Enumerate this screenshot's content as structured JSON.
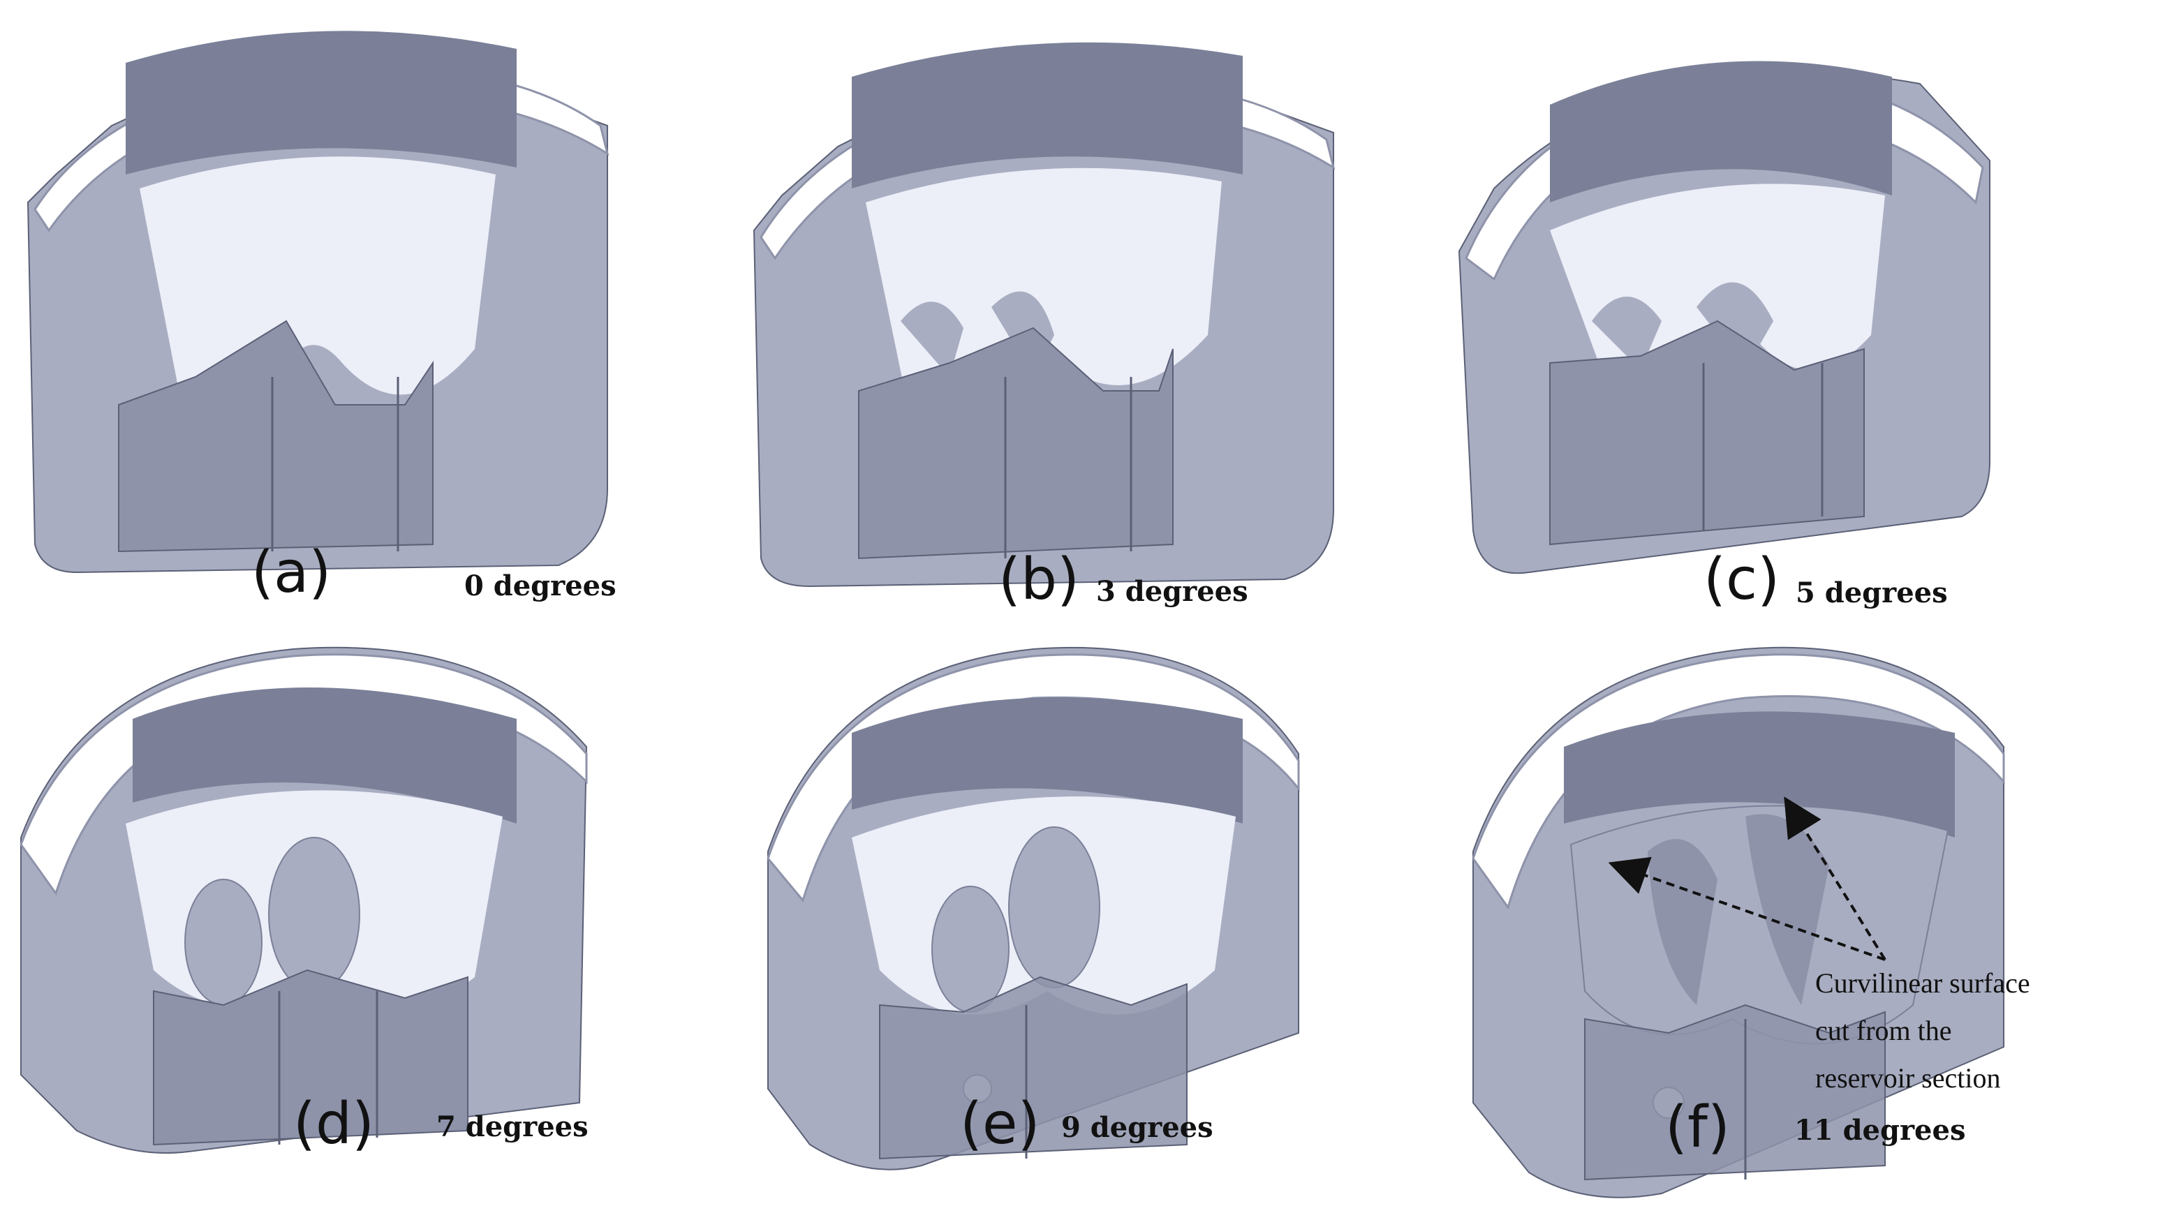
{
  "panels": [
    {
      "label": "(a)",
      "angle": "0 degrees"
    },
    {
      "label": "(b)",
      "angle": "3 degrees"
    },
    {
      "label": "(c)",
      "angle": "5 degrees"
    },
    {
      "label": "(d)",
      "angle": "7 degrees"
    },
    {
      "label": "(e)",
      "angle": "9 degrees"
    },
    {
      "label": "(f)",
      "angle": "11 degrees"
    }
  ],
  "annotation": {
    "line1": "Curvilinear surface",
    "line2": "cut from the",
    "line3": "reservoir section"
  },
  "colors": {
    "body": "#a9adc1",
    "body_dark": "#8e93aa",
    "top_face": "#ffffff",
    "inner_wall": "#7b8098",
    "bowl_light": "#eceef8",
    "edge": "#5b6076"
  }
}
